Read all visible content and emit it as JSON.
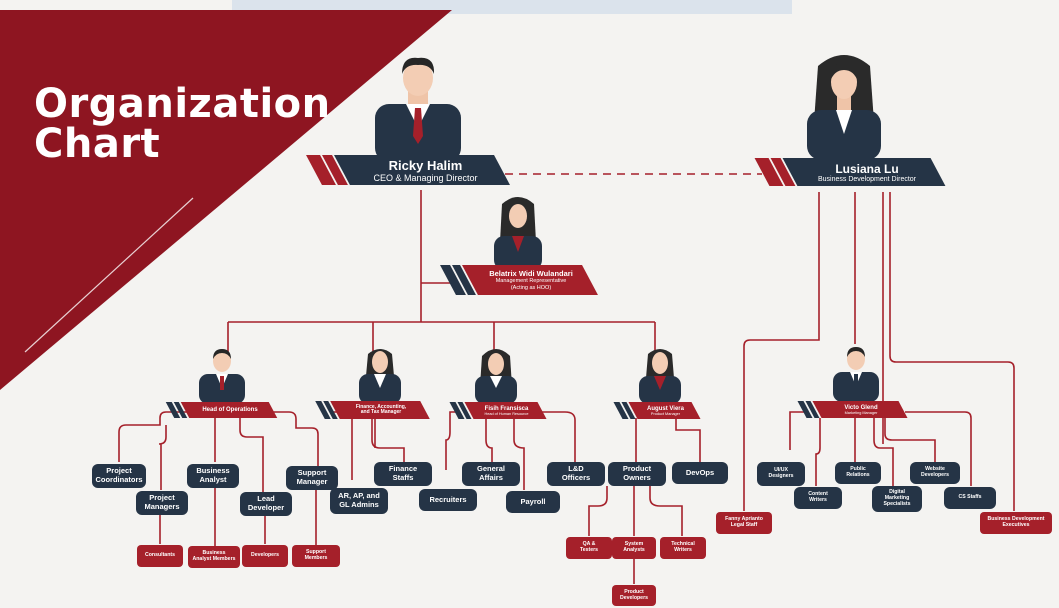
{
  "title": {
    "line1": "Organization",
    "line2": "Chart"
  },
  "colors": {
    "accent": "#a5202a",
    "navy": "#253446",
    "background": "#f4f3f1"
  },
  "ceo": {
    "name": "Ricky Halim",
    "role": "CEO & Managing Director"
  },
  "bdd": {
    "name": "Lusiana Lu",
    "role": "Business Development Director"
  },
  "rep": {
    "name": "Belatrix Widi Wulandari",
    "role": "Management Representative\n(Acting as HOO)"
  },
  "heads": {
    "ops": {
      "name": "Head of Operations",
      "role": ""
    },
    "fin": {
      "name": "Finance, Accounting,\nand Tax Manager",
      "role": ""
    },
    "hr": {
      "name": "Fisih Fransisca",
      "role": "Head of Human Resource"
    },
    "pm": {
      "name": "August Viera",
      "role": "Product Manager"
    },
    "mkt": {
      "name": "Victo Glend",
      "role": "Marketing Manager"
    }
  },
  "units": {
    "project_coordinators": "Project\nCoordinators",
    "project_managers": "Project\nManagers",
    "business_analyst": "Business\nAnalyst",
    "lead_developer": "Lead\nDeveloper",
    "support_manager": "Support\nManager",
    "consultants": "Consultants",
    "ba_members": "Business\nAnalyst Members",
    "developers": "Developers",
    "support_members": "Support\nMembers",
    "ap_admins": "AR, AP, and\nGL Admins",
    "finance_staffs": "Finance\nStaffs",
    "recruiters": "Recruiters",
    "general_affairs": "General\nAffairs",
    "payroll": "Payroll",
    "ld_officers": "L&D\nOfficers",
    "product_owners": "Product\nOwners",
    "devops": "DevOps",
    "qa_testers": "QA &\nTesters",
    "system_analysts": "System\nAnalysts",
    "technical_writers": "Technical\nWriters",
    "product_developers": "Product\nDevelopers",
    "legal_staff": "Fanny Aprianto\nLegal Staff",
    "uiux_designers": "UI/UX\nDesigners",
    "content_writers": "Content\nWriters",
    "public_relations": "Public\nRelations",
    "digital_marketing": "Digital\nMarketing\nSpecialists",
    "website_developers": "Website\nDevelopers",
    "cs_staffs": "CS Staffs",
    "bd_executives": "Business Development\nExecutives"
  }
}
